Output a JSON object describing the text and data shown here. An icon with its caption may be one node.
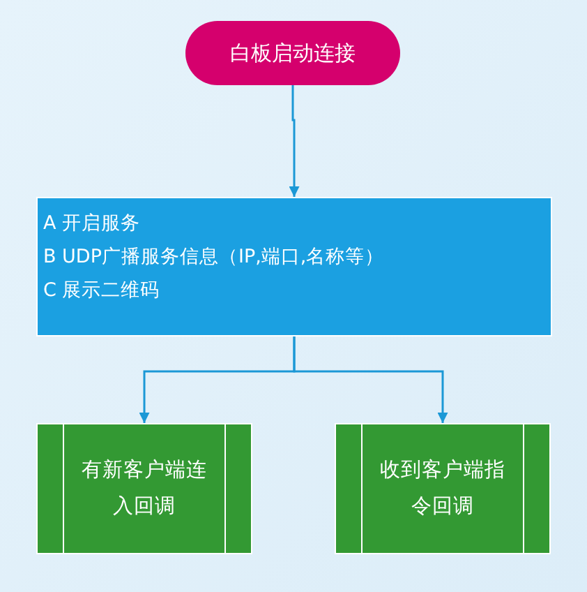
{
  "diagram": {
    "nodes": [
      {
        "text": [
          "白板启动连接"
        ]
      },
      {
        "text": [
          "A 开启服务",
          "B UDP广播服务信息（IP,端口,名称等）",
          "C 展示二维码"
        ]
      },
      {
        "text": [
          "有新客户端连入回调"
        ]
      },
      {
        "text": [
          "收到客户端指令回调"
        ]
      }
    ],
    "edges": [
      {
        "from": 0,
        "to": 1,
        "arrow": "to"
      },
      {
        "from": 1,
        "to": 2,
        "arrow": "to"
      },
      {
        "from": 1,
        "to": 3,
        "arrow": "to"
      }
    ]
  }
}
